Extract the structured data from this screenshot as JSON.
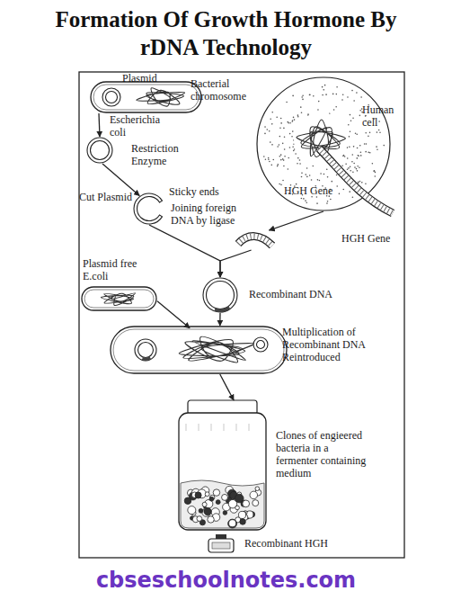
{
  "diagram": {
    "title": "Formation Of Growth Hormone By rDNA Technology",
    "nodes": [
      {
        "text": [
          "Escherichia coli"
        ]
      },
      {
        "text": [
          "Restriction Enzyme"
        ]
      },
      {
        "text": [
          "Cut Plasmid",
          "Sticky ends"
        ]
      },
      {
        "text": [
          "Human cell"
        ]
      },
      {
        "text": [
          "HGH Gene"
        ]
      },
      {
        "text": [
          "Recombinant DNA"
        ]
      },
      {
        "text": [
          "Plasmid free E.coli"
        ]
      },
      {
        "text": [
          "Multiplication of Recombinant DNA Reintroduced"
        ]
      },
      {
        "text": [
          "Clones of engieered bacteria in a fermenter containing medium"
        ]
      },
      {
        "text": [
          "Recombinant HGH"
        ]
      }
    ],
    "edges": [
      {
        "from": 0,
        "to": 1,
        "arrow": "to"
      },
      {
        "from": 1,
        "to": 2,
        "arrow": "to"
      },
      {
        "from": 2,
        "to": 5,
        "arrow": "to",
        "label": "Joining foreign DNA by ligase"
      },
      {
        "from": 3,
        "to": 4,
        "arrow": "to"
      },
      {
        "from": 4,
        "to": 5,
        "arrow": "to"
      },
      {
        "from": 5,
        "to": 7,
        "arrow": "to"
      },
      {
        "from": 6,
        "to": 7,
        "arrow": "to"
      },
      {
        "from": 7,
        "to": 8,
        "arrow": "to"
      }
    ],
    "labels": [
      "Plasmid",
      "Bacterial chromosome",
      "HGH Gene",
      "cbseschoolnotes.com"
    ]
  }
}
